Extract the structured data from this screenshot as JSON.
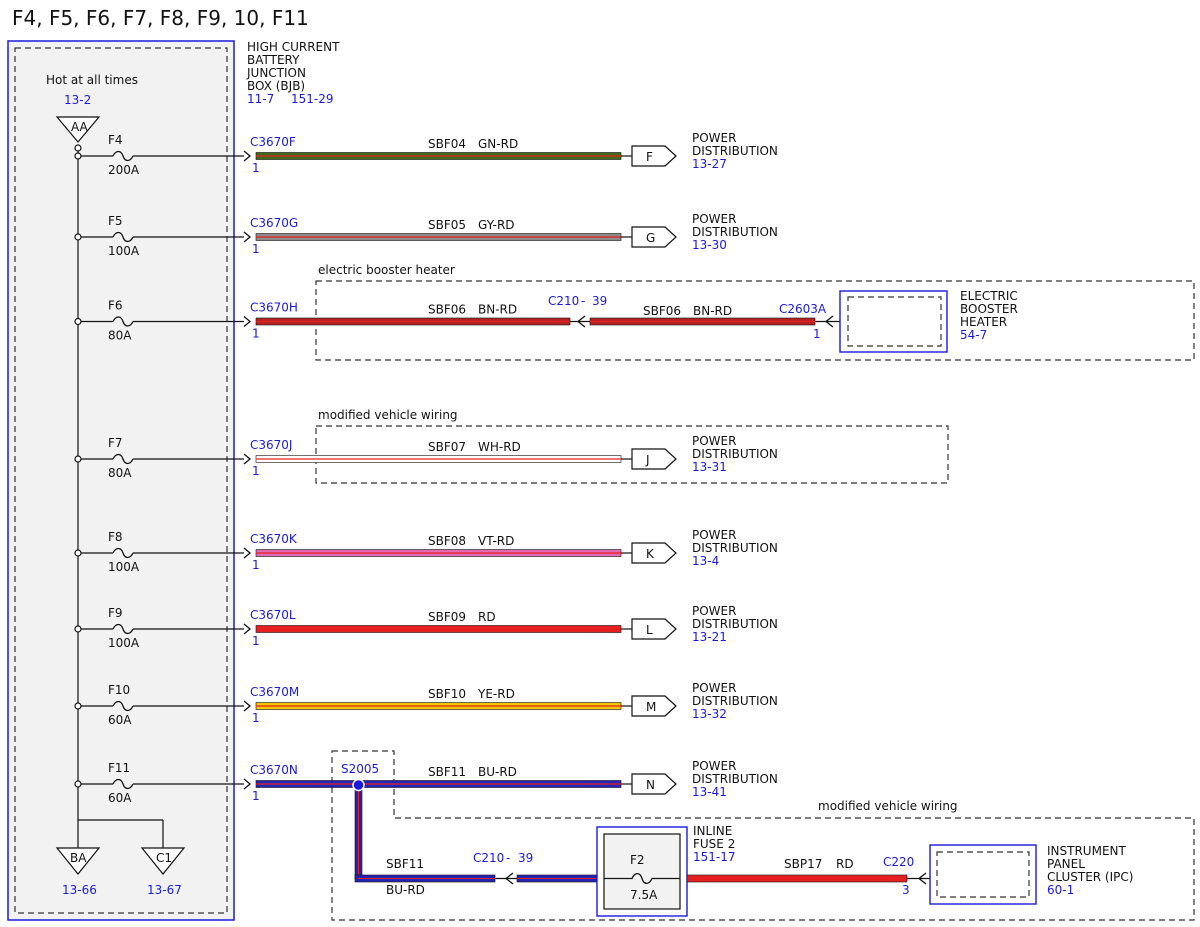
{
  "title": "F4, F5, F6, F7, F8, F9, 10, F11",
  "bjb": {
    "hot_label": "Hot at all times",
    "hot_ref": "13-2",
    "top_connector": "AA",
    "name_lines": [
      "HIGH CURRENT",
      "BATTERY",
      "JUNCTION",
      "BOX (BJB)"
    ],
    "refs": [
      "11-7",
      "151-29"
    ],
    "bottom_connectors": [
      {
        "label": "BA",
        "ref": "13-66"
      },
      {
        "label": "C1",
        "ref": "13-67"
      }
    ]
  },
  "colors": {
    "frame_blue": "#1a1adc",
    "panel_fill": "#f2f2f2",
    "GN": "#3f6a1a",
    "GY": "#8c8c8c",
    "BN": "#b42222",
    "WH": "#ffffff",
    "VT": "#e06ab4",
    "RD": "#e62020",
    "YE": "#f2c800",
    "BU": "#2424b4"
  },
  "circuits": [
    {
      "fuse": "F4",
      "amps": "200A",
      "connector": "C3670F",
      "pin": "1",
      "circuit": "SBF04",
      "wire_color": "GN-RD",
      "dest_letter": "F",
      "dest_lines": [
        "POWER",
        "DISTRIBUTION"
      ],
      "dest_ref": "13-27"
    },
    {
      "fuse": "F5",
      "amps": "100A",
      "connector": "C3670G",
      "pin": "1",
      "circuit": "SBF05",
      "wire_color": "GY-RD",
      "dest_letter": "G",
      "dest_lines": [
        "POWER",
        "DISTRIBUTION"
      ],
      "dest_ref": "13-30"
    },
    {
      "fuse": "F6",
      "amps": "80A",
      "connector": "C3670H",
      "pin": "1",
      "circuit": "SBF06",
      "wire_color": "BN-RD"
    },
    {
      "fuse": "F7",
      "amps": "80A",
      "connector": "C3670J",
      "pin": "1",
      "circuit": "SBF07",
      "wire_color": "WH-RD",
      "dest_letter": "J",
      "dest_lines": [
        "POWER",
        "DISTRIBUTION"
      ],
      "dest_ref": "13-31"
    },
    {
      "fuse": "F8",
      "amps": "100A",
      "connector": "C3670K",
      "pin": "1",
      "circuit": "SBF08",
      "wire_color": "VT-RD",
      "dest_letter": "K",
      "dest_lines": [
        "POWER",
        "DISTRIBUTION"
      ],
      "dest_ref": "13-4"
    },
    {
      "fuse": "F9",
      "amps": "100A",
      "connector": "C3670L",
      "pin": "1",
      "circuit": "SBF09",
      "wire_color": "RD",
      "dest_letter": "L",
      "dest_lines": [
        "POWER",
        "DISTRIBUTION"
      ],
      "dest_ref": "13-21"
    },
    {
      "fuse": "F10",
      "amps": "60A",
      "connector": "C3670M",
      "pin": "1",
      "circuit": "SBF10",
      "wire_color": "YE-RD",
      "dest_letter": "M",
      "dest_lines": [
        "POWER",
        "DISTRIBUTION"
      ],
      "dest_ref": "13-32"
    },
    {
      "fuse": "F11",
      "amps": "60A",
      "connector": "C3670N",
      "pin": "1",
      "circuit": "SBF11",
      "wire_color": "BU-RD",
      "dest_letter": "N",
      "dest_lines": [
        "POWER",
        "DISTRIBUTION"
      ],
      "dest_ref": "13-41"
    }
  ],
  "booster": {
    "group_label": "electric booster heater",
    "inline_connector": "C210",
    "inline_dash": "-",
    "inline_pin": "39",
    "circuit": "SBF06",
    "wire_color": "BN-RD",
    "connector": "C2603A",
    "pin": "1",
    "device_lines": [
      "ELECTRIC",
      "BOOSTER",
      "HEATER"
    ],
    "device_ref": "54-7"
  },
  "modified_label": "modified vehicle wiring",
  "ipc_branch": {
    "modified_label": "modified vehicle wiring",
    "splice": "S2005",
    "circuit": "SBF11",
    "wire_color": "BU-RD",
    "inline_connector": "C210",
    "inline_dash": "-",
    "inline_pin": "39",
    "fuse_lines": [
      "INLINE",
      "FUSE 2"
    ],
    "fuse_ref": "151-17",
    "fuse_name": "F2",
    "fuse_amps": "7.5A",
    "out_circuit": "SBP17",
    "out_color": "RD",
    "ipc_connector": "C220",
    "ipc_pin": "3",
    "device_lines": [
      "INSTRUMENT",
      "PANEL",
      "CLUSTER (IPC)"
    ],
    "device_ref": "60-1"
  }
}
